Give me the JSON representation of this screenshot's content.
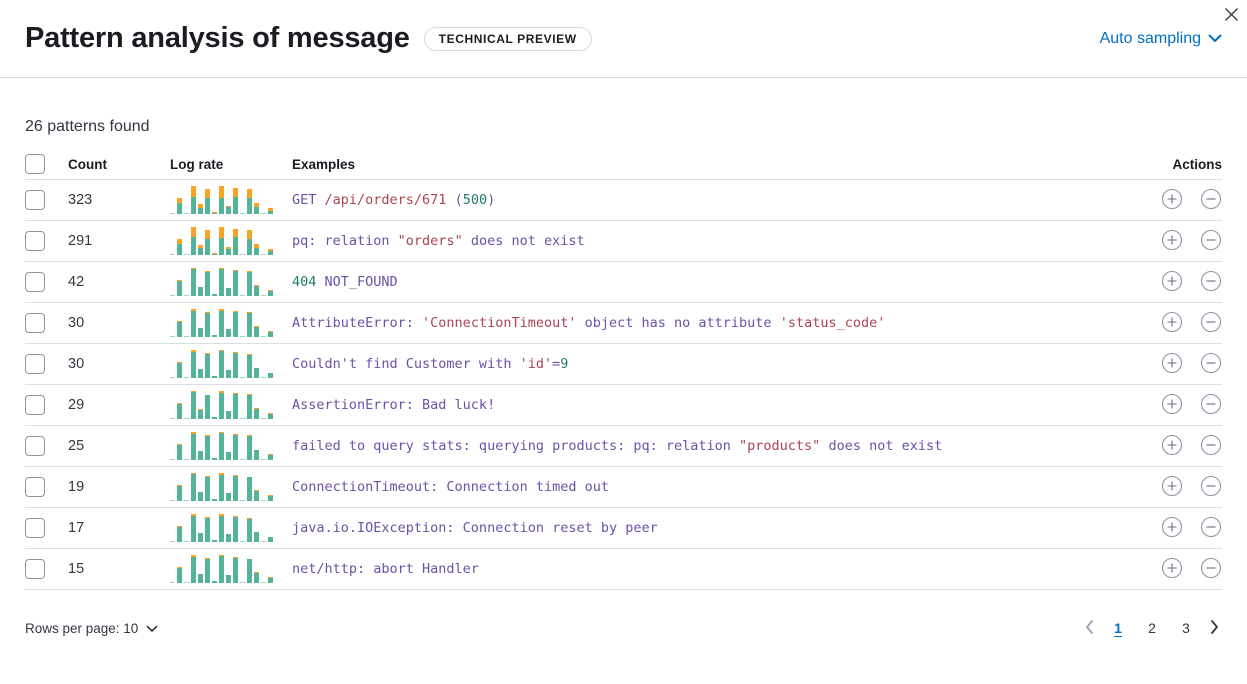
{
  "header": {
    "title": "Pattern analysis of message",
    "badge": "TECHNICAL PREVIEW",
    "sampling_label": "Auto sampling"
  },
  "summary": "26 patterns found",
  "table": {
    "columns": {
      "count": "Count",
      "log_rate": "Log rate",
      "examples": "Examples",
      "actions": "Actions"
    }
  },
  "colors": {
    "accent_blue": "#0071c2",
    "bar_green": "#54b399",
    "bar_green_faint": "#9ed7c3",
    "bar_orange": "#fba324",
    "code_purple": "#6d51a6",
    "code_red": "#ad4452",
    "code_green": "#1e7c6b"
  },
  "rows": [
    {
      "count": "323",
      "bars": [
        [
          3,
          1
        ],
        [
          38,
          20
        ],
        [
          3,
          1
        ],
        [
          62,
          38
        ],
        [
          22,
          12
        ],
        [
          56,
          32
        ],
        [
          4,
          2
        ],
        [
          58,
          42
        ],
        [
          24,
          6
        ],
        [
          62,
          32
        ],
        [
          3,
          1
        ],
        [
          56,
          32
        ],
        [
          26,
          12
        ],
        [
          3,
          1
        ],
        [
          12,
          8
        ]
      ],
      "example": [
        {
          "t": "GET ",
          "c": "p"
        },
        {
          "t": "/api/orders/671",
          "c": "r"
        },
        {
          "t": " (",
          "c": "p"
        },
        {
          "t": "500",
          "c": "g"
        },
        {
          "t": ")",
          "c": "p"
        }
      ]
    },
    {
      "count": "291",
      "bars": [
        [
          3,
          1
        ],
        [
          40,
          18
        ],
        [
          3,
          1
        ],
        [
          64,
          36
        ],
        [
          24,
          10
        ],
        [
          58,
          30
        ],
        [
          4,
          2
        ],
        [
          60,
          40
        ],
        [
          22,
          8
        ],
        [
          64,
          30
        ],
        [
          3,
          1
        ],
        [
          58,
          30
        ],
        [
          26,
          12
        ],
        [
          3,
          1
        ],
        [
          13,
          7
        ]
      ],
      "example": [
        {
          "t": "pq: relation ",
          "c": "p"
        },
        {
          "t": "\"orders\"",
          "c": "r"
        },
        {
          "t": " does not exist",
          "c": "p"
        }
      ]
    },
    {
      "count": "42",
      "bars": [
        [
          4,
          0
        ],
        [
          54,
          4
        ],
        [
          4,
          0
        ],
        [
          95,
          5
        ],
        [
          32,
          2
        ],
        [
          85,
          3
        ],
        [
          6,
          0
        ],
        [
          95,
          5
        ],
        [
          28,
          2
        ],
        [
          90,
          4
        ],
        [
          4,
          0
        ],
        [
          85,
          3
        ],
        [
          36,
          2
        ],
        [
          4,
          0
        ],
        [
          18,
          2
        ]
      ],
      "example": [
        {
          "t": "404",
          "c": "g"
        },
        {
          "t": " NOT_FOUND",
          "c": "p"
        }
      ]
    },
    {
      "count": "30",
      "bars": [
        [
          4,
          0
        ],
        [
          53,
          3
        ],
        [
          4,
          0
        ],
        [
          94,
          6
        ],
        [
          32,
          2
        ],
        [
          84,
          4
        ],
        [
          6,
          0
        ],
        [
          94,
          6
        ],
        [
          28,
          2
        ],
        [
          89,
          5
        ],
        [
          4,
          0
        ],
        [
          84,
          4
        ],
        [
          36,
          2
        ],
        [
          4,
          0
        ],
        [
          18,
          2
        ]
      ],
      "example": [
        {
          "t": "AttributeError: ",
          "c": "p"
        },
        {
          "t": "'ConnectionTimeout'",
          "c": "r"
        },
        {
          "t": " object has no attribute ",
          "c": "p"
        },
        {
          "t": "'status_code'",
          "c": "r"
        }
      ]
    },
    {
      "count": "30",
      "bars": [
        [
          4,
          1
        ],
        [
          52,
          4
        ],
        [
          4,
          0
        ],
        [
          93,
          7
        ],
        [
          31,
          2
        ],
        [
          85,
          3
        ],
        [
          6,
          0
        ],
        [
          95,
          5
        ],
        [
          27,
          2
        ],
        [
          90,
          4
        ],
        [
          4,
          0
        ],
        [
          83,
          4
        ],
        [
          35,
          2
        ],
        [
          4,
          0
        ],
        [
          17,
          2
        ]
      ],
      "example": [
        {
          "t": "Couldn't find Customer with ",
          "c": "p"
        },
        {
          "t": "'id'",
          "c": "r"
        },
        {
          "t": "=",
          "c": "p"
        },
        {
          "t": "9",
          "c": "g"
        }
      ]
    },
    {
      "count": "29",
      "bars": [
        [
          4,
          0
        ],
        [
          54,
          3
        ],
        [
          4,
          0
        ],
        [
          95,
          5
        ],
        [
          33,
          2
        ],
        [
          84,
          3
        ],
        [
          6,
          0
        ],
        [
          94,
          5
        ],
        [
          28,
          2
        ],
        [
          89,
          4
        ],
        [
          4,
          0
        ],
        [
          85,
          3
        ],
        [
          36,
          2
        ],
        [
          4,
          0
        ],
        [
          18,
          2
        ]
      ],
      "example": [
        {
          "t": "AssertionError: Bad luck!",
          "c": "p"
        }
      ]
    },
    {
      "count": "25",
      "bars": [
        [
          4,
          0
        ],
        [
          53,
          4
        ],
        [
          4,
          0
        ],
        [
          94,
          5
        ],
        [
          32,
          2
        ],
        [
          85,
          4
        ],
        [
          6,
          0
        ],
        [
          95,
          4
        ],
        [
          28,
          2
        ],
        [
          90,
          3
        ],
        [
          4,
          0
        ],
        [
          84,
          4
        ],
        [
          35,
          2
        ],
        [
          4,
          0
        ],
        [
          18,
          2
        ]
      ],
      "example": [
        {
          "t": "failed to query stats: querying products: pq: relation ",
          "c": "p"
        },
        {
          "t": "\"products\"",
          "c": "r"
        },
        {
          "t": " does not exist",
          "c": "p"
        }
      ]
    },
    {
      "count": "19",
      "bars": [
        [
          4,
          1
        ],
        [
          54,
          3
        ],
        [
          4,
          0
        ],
        [
          95,
          4
        ],
        [
          32,
          2
        ],
        [
          85,
          3
        ],
        [
          6,
          0
        ],
        [
          94,
          5
        ],
        [
          28,
          2
        ],
        [
          89,
          4
        ],
        [
          4,
          0
        ],
        [
          84,
          3
        ],
        [
          36,
          2
        ],
        [
          4,
          0
        ],
        [
          18,
          2
        ]
      ],
      "example": [
        {
          "t": "ConnectionTimeout: Connection timed out",
          "c": "p"
        }
      ]
    },
    {
      "count": "17",
      "bars": [
        [
          4,
          0
        ],
        [
          52,
          4
        ],
        [
          4,
          0
        ],
        [
          93,
          6
        ],
        [
          31,
          2
        ],
        [
          84,
          4
        ],
        [
          6,
          0
        ],
        [
          94,
          5
        ],
        [
          27,
          2
        ],
        [
          89,
          4
        ],
        [
          4,
          0
        ],
        [
          83,
          4
        ],
        [
          35,
          2
        ],
        [
          4,
          0
        ],
        [
          17,
          2
        ]
      ],
      "example": [
        {
          "t": "java.io.IOException: Connection reset by peer",
          "c": "p"
        }
      ]
    },
    {
      "count": "15",
      "bars": [
        [
          4,
          1
        ],
        [
          53,
          4
        ],
        [
          4,
          0
        ],
        [
          94,
          5
        ],
        [
          32,
          2
        ],
        [
          85,
          3
        ],
        [
          6,
          0
        ],
        [
          95,
          4
        ],
        [
          28,
          2
        ],
        [
          90,
          4
        ],
        [
          4,
          0
        ],
        [
          84,
          3
        ],
        [
          36,
          2
        ],
        [
          4,
          0
        ],
        [
          18,
          2
        ]
      ],
      "example": [
        {
          "t": "net/http: abort Handler",
          "c": "p"
        }
      ]
    }
  ],
  "footer": {
    "rows_per_page_label": "Rows per page: 10",
    "pages": [
      "1",
      "2",
      "3"
    ],
    "active_page": "1"
  }
}
